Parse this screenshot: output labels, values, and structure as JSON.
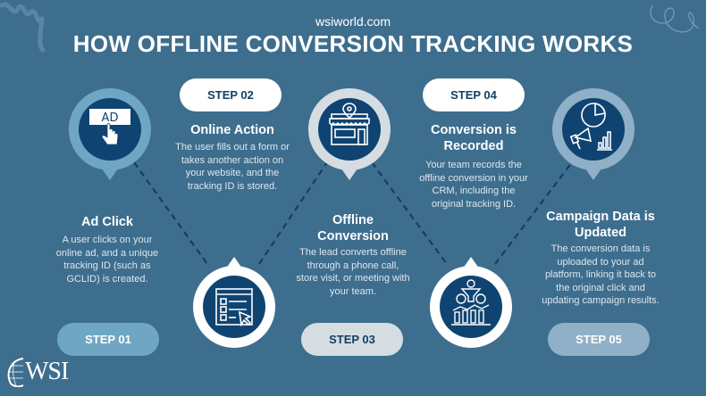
{
  "header": {
    "site": "wsiworld.com",
    "title": "HOW OFFLINE CONVERSION TRACKING WORKS"
  },
  "steps": [
    {
      "label": "STEP 01",
      "heading": "Ad Click",
      "description_lines": [
        "A user clicks on your",
        "online ad, and a unique",
        "tracking ID (such as",
        "GCLID) is created."
      ],
      "icon": "ad-click-icon"
    },
    {
      "label": "STEP 02",
      "heading": "Online Action",
      "description_lines": [
        "The user fills out a form or",
        "takes another action on",
        "your website, and the",
        "tracking ID is stored."
      ],
      "icon": "web-form-icon"
    },
    {
      "label": "STEP 03",
      "heading_lines": [
        "Offline",
        "Conversion"
      ],
      "description_lines": [
        "The lead converts offline",
        "through a phone call,",
        "store visit, or meeting with",
        "your team."
      ],
      "icon": "storefront-location-icon"
    },
    {
      "label": "STEP 04",
      "heading_lines": [
        "Conversion is",
        "Recorded"
      ],
      "description_lines": [
        "Your team records the",
        "offline conversion in your",
        "CRM, including the",
        "original tracking ID."
      ],
      "icon": "funnel-analytics-icon"
    },
    {
      "label": "STEP 05",
      "heading_lines": [
        "Campaign Data is",
        "Updated"
      ],
      "description_lines": [
        "The conversion data is",
        "uploaded to your ad",
        "platform, linking it back to",
        "the original click and",
        "updating campaign results."
      ],
      "icon": "megaphone-chart-icon"
    }
  ],
  "icons": {
    "ad_label": "AD"
  },
  "footer": {
    "logo_text": "WSI"
  },
  "colors": {
    "background": "#3e6e8e",
    "navy": "#0f4472",
    "light_blue": "#6fa6c4",
    "light_gray": "#d5dde3",
    "pale_blue": "#8fb0c6",
    "white": "#ffffff",
    "dashed_line": "#123f63"
  }
}
